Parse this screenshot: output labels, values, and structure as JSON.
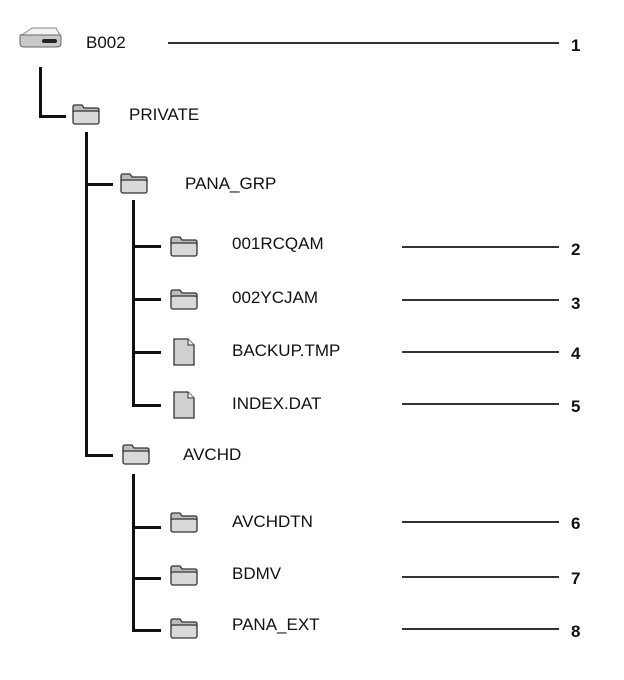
{
  "diagram": {
    "root": {
      "label": "B002",
      "icon": "drive-icon",
      "callout": "1"
    },
    "nodes": [
      {
        "label": "PRIVATE",
        "icon": "folder-icon",
        "level": 1
      },
      {
        "label": "PANA_GRP",
        "icon": "folder-icon",
        "level": 2
      },
      {
        "label": "001RCQAM",
        "icon": "folder-icon",
        "level": 3,
        "callout": "2"
      },
      {
        "label": "002YCJAM",
        "icon": "folder-icon",
        "level": 3,
        "callout": "3"
      },
      {
        "label": "BACKUP.TMP",
        "icon": "file-icon",
        "level": 3,
        "callout": "4"
      },
      {
        "label": "INDEX.DAT",
        "icon": "file-icon",
        "level": 3,
        "callout": "5"
      },
      {
        "label": "AVCHD",
        "icon": "folder-icon",
        "level": 2
      },
      {
        "label": "AVCHDTN",
        "icon": "folder-icon",
        "level": 3,
        "callout": "6"
      },
      {
        "label": "BDMV",
        "icon": "folder-icon",
        "level": 3,
        "callout": "7"
      },
      {
        "label": "PANA_EXT",
        "icon": "folder-icon",
        "level": 3,
        "callout": "8"
      }
    ]
  },
  "colors": {
    "line": "#111111",
    "icon_fill": "#d9d9d9",
    "icon_stroke": "#333333"
  }
}
